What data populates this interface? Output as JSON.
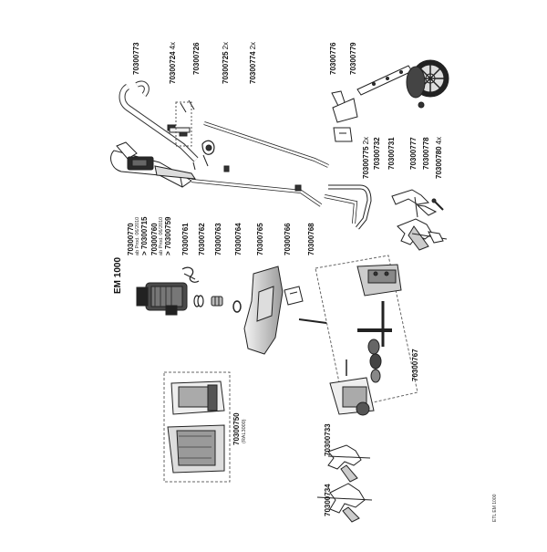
{
  "title": "EM 1000",
  "footer": "ETL EM 1000",
  "parts": {
    "p70300773": {
      "number": "70300773",
      "qty": ""
    },
    "p70300724": {
      "number": "70300724",
      "qty": "4x"
    },
    "p70300726": {
      "number": "70300726",
      "qty": ""
    },
    "p70300725": {
      "number": "70300725",
      "qty": "2x"
    },
    "p70300774": {
      "number": "70300774",
      "qty": "2x"
    },
    "p70300776": {
      "number": "70300776",
      "qty": ""
    },
    "p70300779": {
      "number": "70300779",
      "qty": ""
    },
    "p70300775": {
      "number": "70300775",
      "qty": "2x"
    },
    "p70300732": {
      "number": "70300732",
      "qty": ""
    },
    "p70300731": {
      "number": "70300731",
      "qty": ""
    },
    "p70300777": {
      "number": "70300777",
      "qty": ""
    },
    "p70300778": {
      "number": "70300778",
      "qty": ""
    },
    "p70300780": {
      "number": "70300780",
      "qty": "4x"
    },
    "p70300770": {
      "number": "70300770",
      "qty": ""
    },
    "p70300715": {
      "number": "> 70300715",
      "qty": ""
    },
    "p70300760": {
      "number": "70300760",
      "qty": ""
    },
    "p70300759": {
      "number": "> 70300759",
      "qty": ""
    },
    "p70300761": {
      "number": "70300761",
      "qty": ""
    },
    "p70300762": {
      "number": "70300762",
      "qty": ""
    },
    "p70300763": {
      "number": "70300763",
      "qty": ""
    },
    "p70300764": {
      "number": "70300764",
      "qty": ""
    },
    "p70300765": {
      "number": "70300765",
      "qty": ""
    },
    "p70300766": {
      "number": "70300766",
      "qty": ""
    },
    "p70300768": {
      "number": "70300768",
      "qty": ""
    },
    "p70300767": {
      "number": "70300767",
      "qty": ""
    },
    "p70300750": {
      "number": "70300750",
      "qty": ""
    },
    "p70300733": {
      "number": "70300733",
      "qty": ""
    },
    "p70300734": {
      "number": "70300734",
      "qty": ""
    }
  },
  "notes": {
    "n770": "ab Prod. 06/2010",
    "n760": "ab Prod. 06/2010",
    "ral": "(RAL3000)"
  }
}
